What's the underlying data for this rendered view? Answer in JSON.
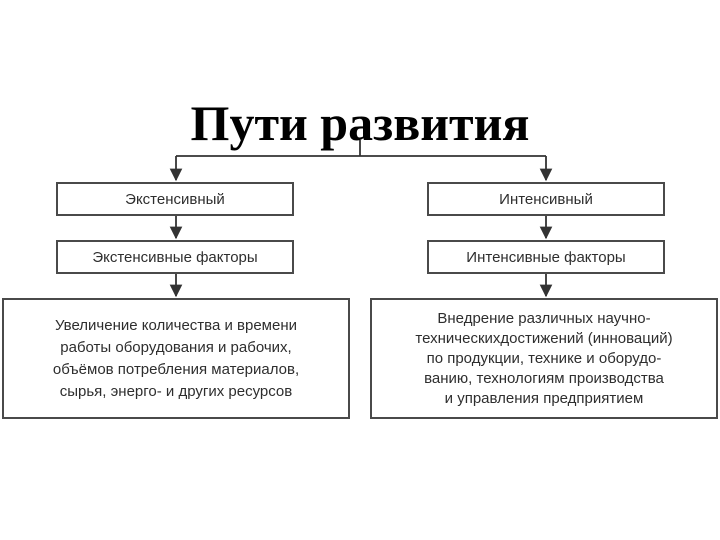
{
  "title": "Пути развития",
  "left": {
    "type_label": "Экстенсивный",
    "factors_label": "Экстенсивные факторы",
    "description_lines": [
      "Увеличение количества и времени",
      "работы оборудования и рабочих,",
      "объёмов потребления материалов,",
      "сырья, энерго- и других ресурсов"
    ]
  },
  "right": {
    "type_label": "Интенсивный",
    "factors_label": "Интенсивные факторы",
    "description_lines": [
      "Внедрение различных научно-",
      "техническихдостижений (инноваций)",
      "по продукции, технике и оборудо-",
      "ванию, технологиям производства",
      "и управления предприятием"
    ]
  },
  "colors": {
    "border": "#4a4a4a",
    "line": "#333333",
    "text": "#2e2e2e",
    "title": "#000000"
  }
}
